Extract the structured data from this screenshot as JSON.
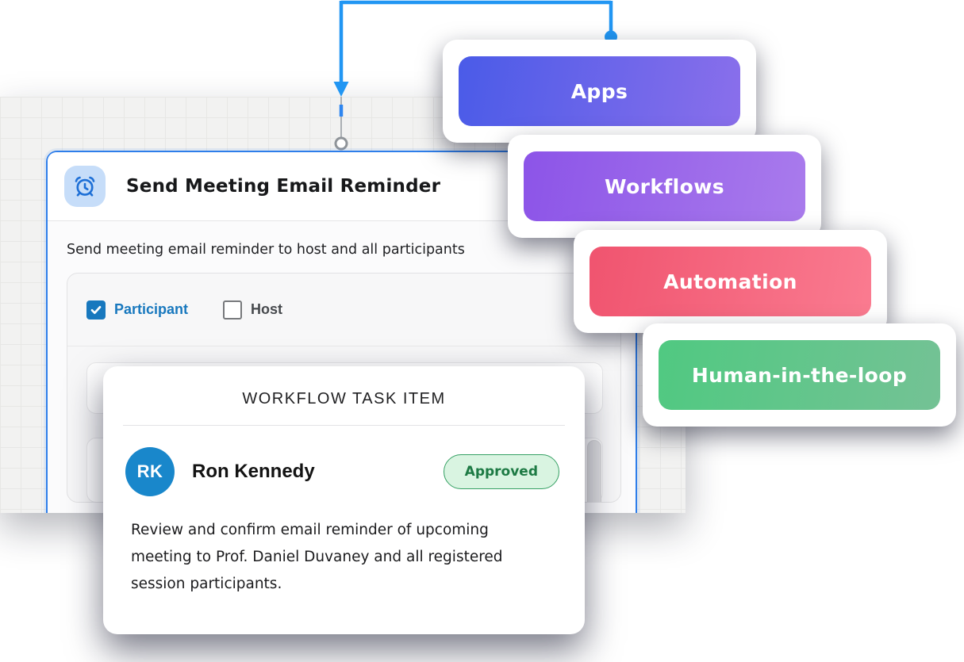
{
  "connector": {
    "color": "#2196F3",
    "handle_color": "#8F9499"
  },
  "node": {
    "title": "Send Meeting Email Reminder",
    "icon": "alarm-clock-icon",
    "icon_color": "#1D6FD6",
    "icon_bg": "#C6DDF9",
    "border_color": "#2E7EEA",
    "description": "Send meeting email reminder to host and all participants",
    "options": [
      {
        "label": "Participant",
        "checked": true,
        "color": "#1878BE"
      },
      {
        "label": "Host",
        "checked": false,
        "color": "#46494D"
      }
    ],
    "rows": [
      {
        "marker_color": "#D8473F"
      },
      {
        "marker_color": "#D8473F"
      }
    ]
  },
  "stack": {
    "buttons": [
      {
        "label": "Apps",
        "color_from": "#4A5BE8",
        "color_to": "#8A6FEB"
      },
      {
        "label": "Workflows",
        "color_from": "#8C54E8",
        "color_to": "#A97BEC"
      },
      {
        "label": "Automation",
        "color_from": "#F0546F",
        "color_to": "#FA7B90"
      },
      {
        "label": "Human-in-the-loop",
        "color_from": "#50C981",
        "color_to": "#74C295"
      }
    ]
  },
  "task_card": {
    "title": "WORKFLOW TASK ITEM",
    "user": {
      "initials": "RK",
      "name": "Ron Kennedy",
      "avatar_color": "#1987CB"
    },
    "status": {
      "label": "Approved",
      "text_color": "#1D7A44",
      "bg": "#D9F4E1",
      "border": "#35A063"
    },
    "description": "Review and confirm email reminder of upcoming meeting to Prof. Daniel Duvaney and all registered session participants."
  }
}
